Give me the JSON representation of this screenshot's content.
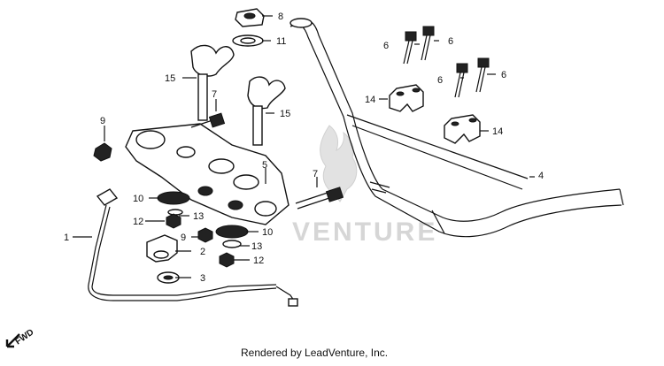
{
  "watermark": {
    "text": "VENTURE",
    "logo_icon": "flame-v-logo-icon"
  },
  "footer": {
    "rendered_by": "Rendered by LeadVenture, Inc."
  },
  "direction": {
    "label": "FWD",
    "icon": "arrow-down-left-icon"
  },
  "callouts": {
    "c1": "1",
    "c2": "2",
    "c3": "3",
    "c4": "4",
    "c5": "5",
    "c6a": "6",
    "c6b": "6",
    "c6c": "6",
    "c6d": "6",
    "c7a": "7",
    "c7b": "7",
    "c8": "8",
    "c9a": "9",
    "c9b": "9",
    "c10a": "10",
    "c10b": "10",
    "c11": "11",
    "c12a": "12",
    "c12b": "12",
    "c13a": "13",
    "c13b": "13",
    "c14a": "14",
    "c14b": "14",
    "c15a": "15",
    "c15b": "15"
  }
}
